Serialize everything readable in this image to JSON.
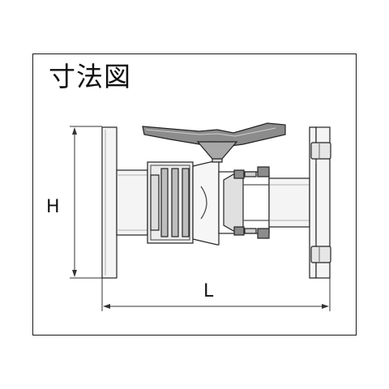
{
  "title": "寸法図",
  "dimensions": {
    "height_label": "H",
    "length_label": "L"
  },
  "colors": {
    "frame": "#1a1a1a",
    "line": "#222222",
    "fill_light": "#f4f4f4",
    "fill_mid": "#d9d9d9",
    "fill_dark": "#8c8c8c"
  }
}
